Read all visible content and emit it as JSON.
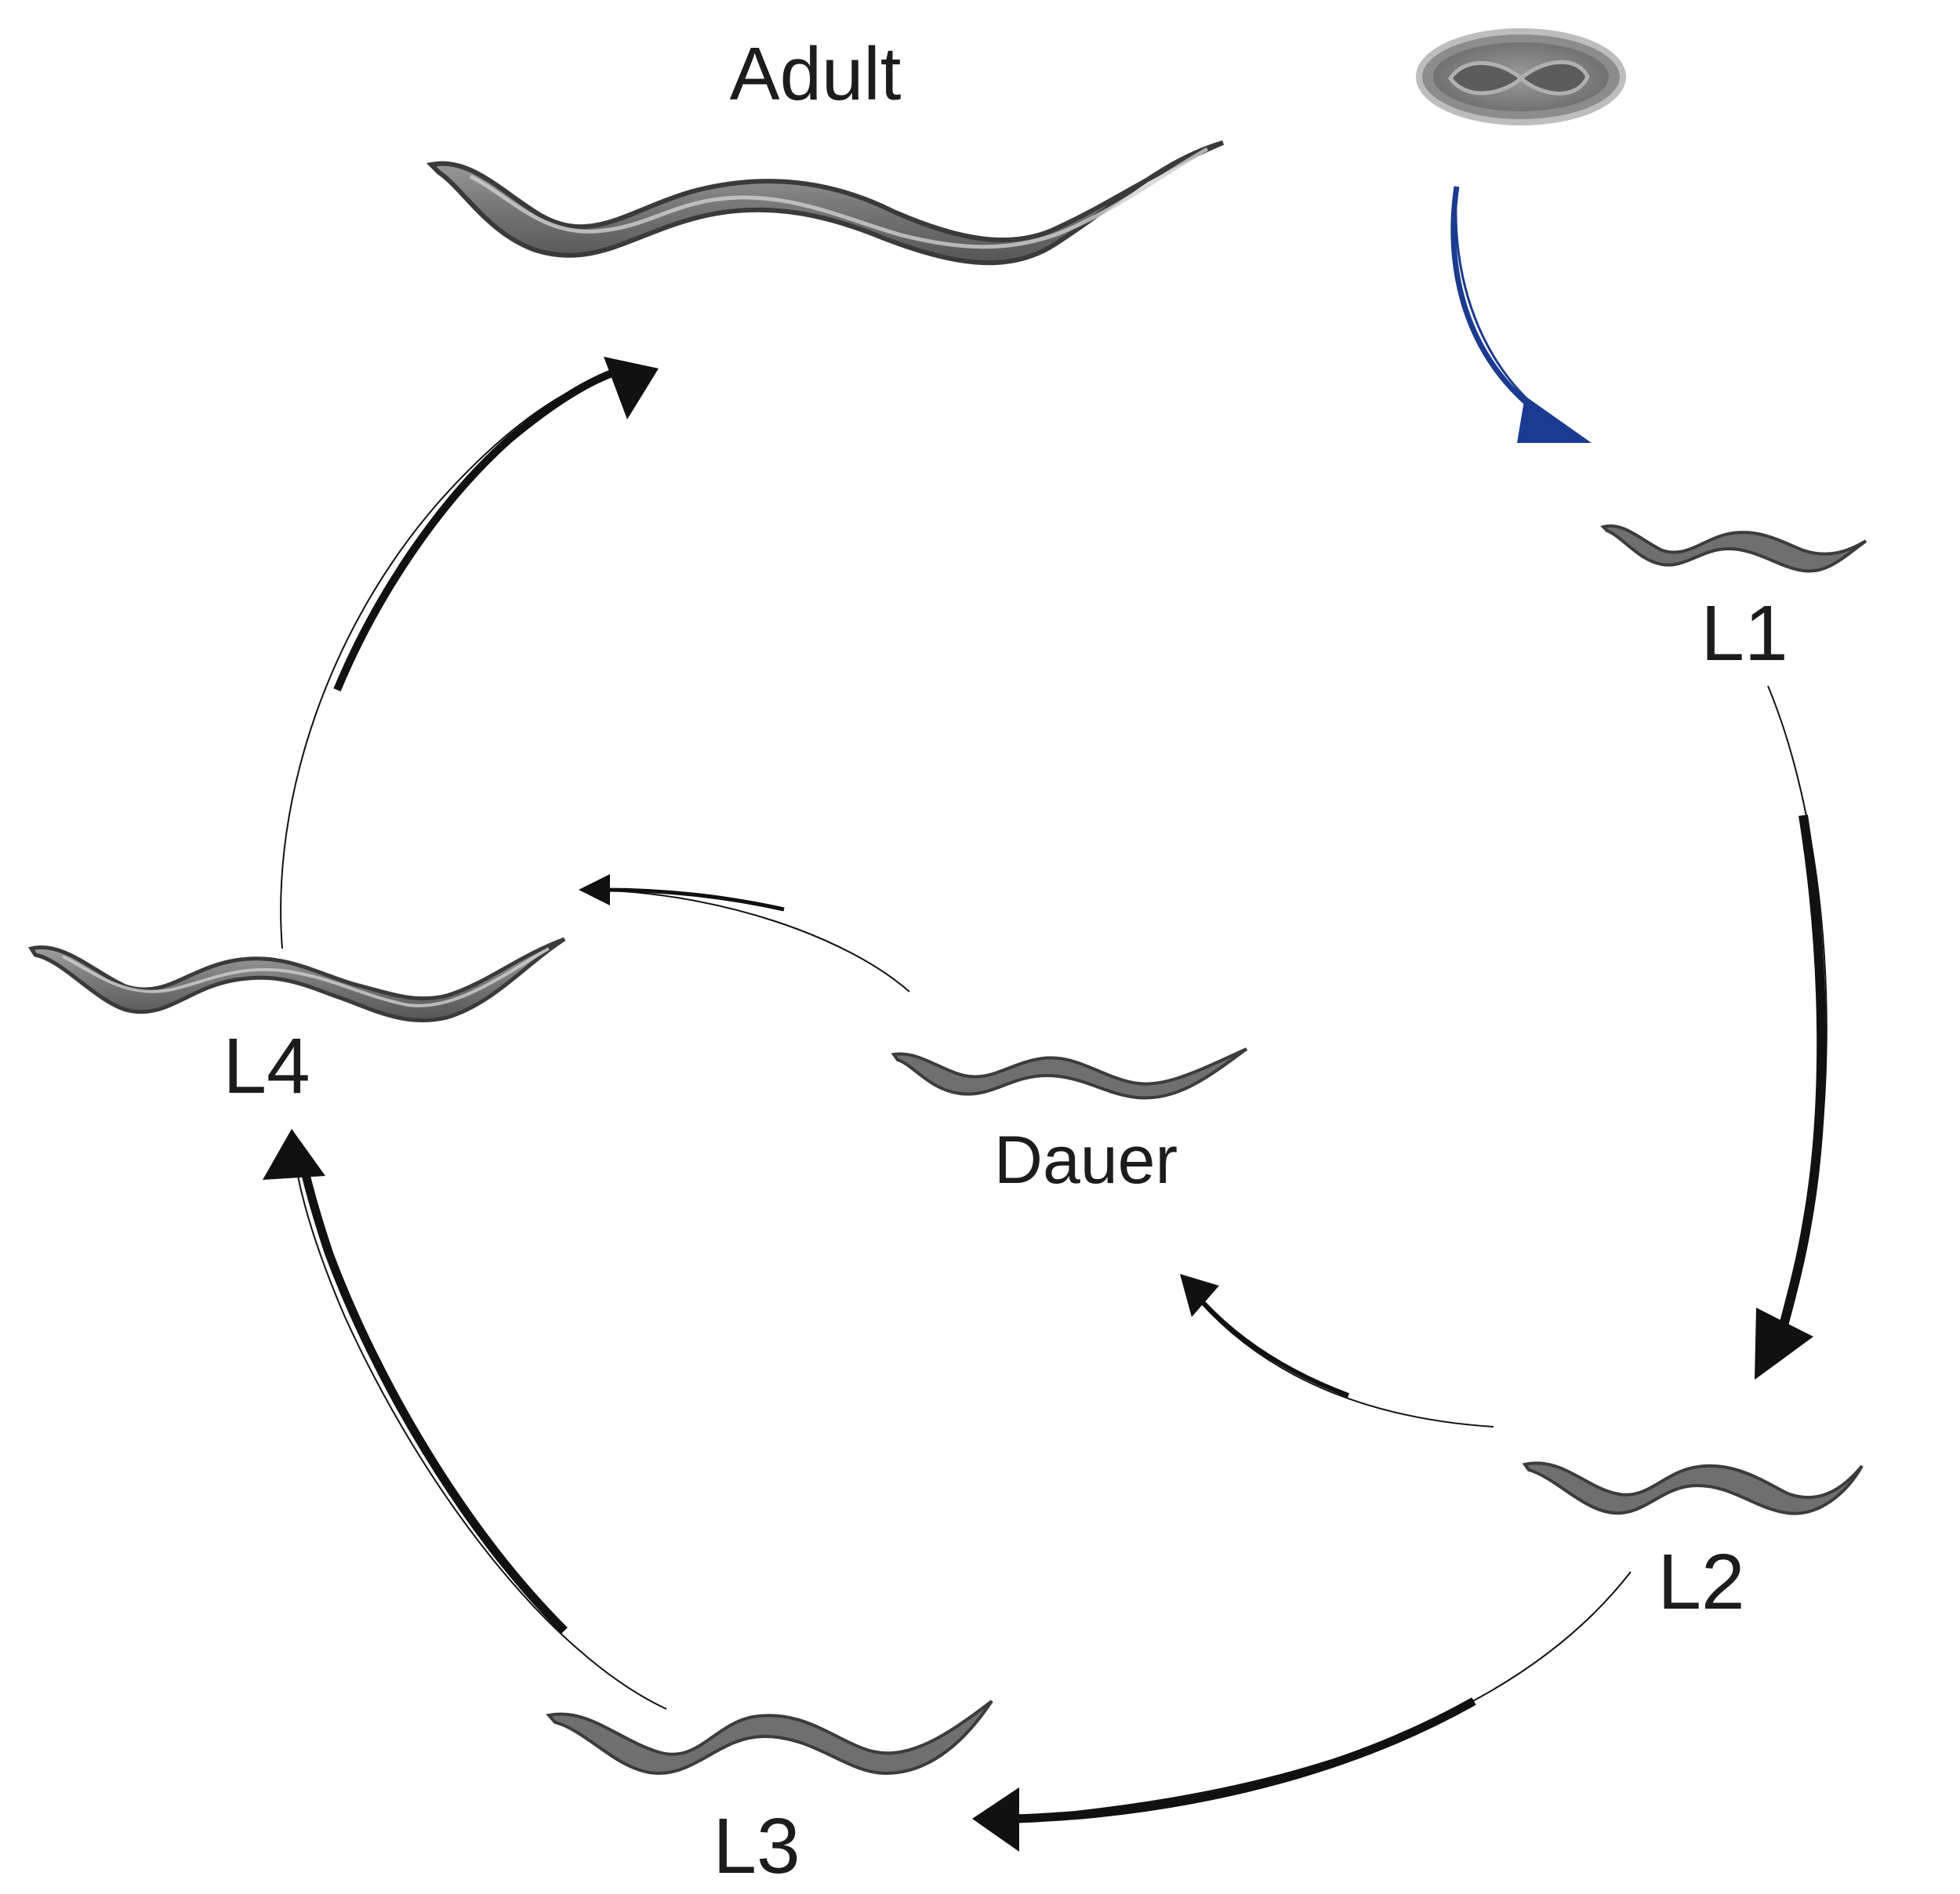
{
  "stages": {
    "adult": "Adult",
    "l1": "L1",
    "l2": "L2",
    "l3": "L3",
    "l4": "L4",
    "dauer": "Dauer"
  },
  "colors": {
    "worm_fill": "#7d7d7d",
    "worm_outline": "#3c3c3c",
    "worm_highlight": "#b8b8b8",
    "arrow": "#111111",
    "egg_arrow": "#1a3b8f",
    "egg_fill": "#8a8a8a"
  },
  "icons": {
    "egg": "embryo-egg-icon",
    "worm": "nematode-worm-icon"
  }
}
